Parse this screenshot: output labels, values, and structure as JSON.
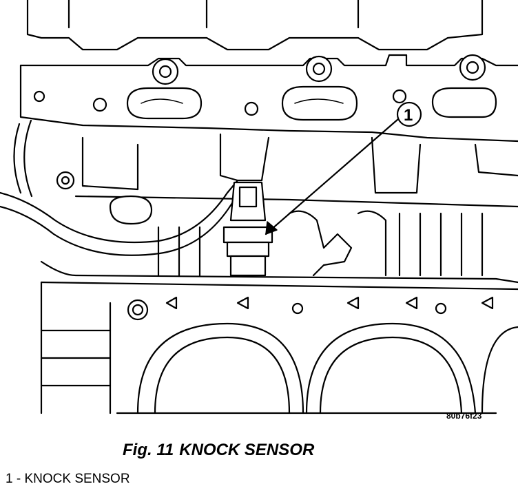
{
  "figure": {
    "number_label": "Fig. 11",
    "title": "KNOCK SENSOR",
    "reference_code": "80b76f23"
  },
  "callouts": [
    {
      "number": "1"
    }
  ],
  "legend": [
    {
      "number": "1",
      "separator": " - ",
      "label": "KNOCK SENSOR"
    }
  ],
  "colors": {
    "line": "#000000",
    "background": "#ffffff"
  }
}
